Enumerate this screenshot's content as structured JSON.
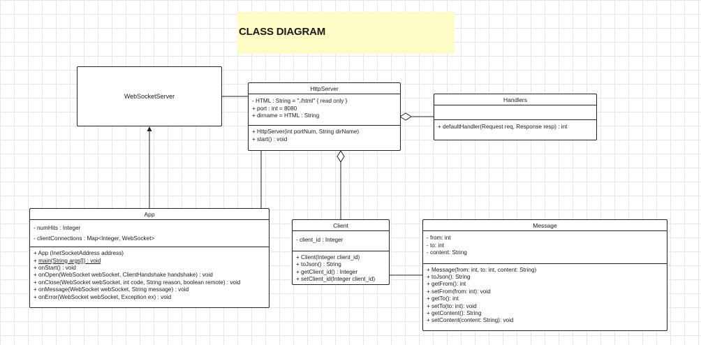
{
  "title": "CLASS DIAGRAM",
  "websocket_server": {
    "name": "WebSocketServer"
  },
  "http_server": {
    "name": "HttpServer",
    "attributes": [
      "- HTML : String = \"./html\" { read only }",
      "+ port : int = 8080",
      "+ dirname = HTML : String"
    ],
    "operations": [
      "+ HttpServer(int portNum, String dirName)",
      "+ start() : void"
    ]
  },
  "handlers": {
    "name": "Handlers",
    "operations": [
      "+ defaultHandler(Request req, Response resp) : int"
    ]
  },
  "app": {
    "name": "App",
    "attributes": [
      "- numHits : Integer",
      "- clientConnections : Map<Integer, WebSocket>"
    ],
    "operations": [
      "+ App (InetSocketAddress address)",
      "+ main(String args[]) : void",
      "+ onStart() : void",
      "+ onOpen(WebSocket webSocket, ClientHandshake handshake) : void",
      "+ onClose(WebSocket webSocket, int code, String reason, boolean remote) : void",
      "+ onMessage(WebSocket webSocket, String message) : void",
      "+ onError(WebSocket webSocket, Exception ex) : void"
    ]
  },
  "client": {
    "name": "Client",
    "attributes": [
      "- client_id : Integer"
    ],
    "operations": [
      "+ Client(Integer client_id)",
      "+ toJson() : String",
      "+ getClient_id() : Integer",
      "+ setClient_id(Integer client_id)"
    ]
  },
  "message": {
    "name": "Message",
    "attributes": [
      "- from: int",
      "- to: int",
      "- content: String"
    ],
    "operations": [
      "+ Message(from: int, to: int, content: String)",
      "+ toJson(): String",
      "+ getFrom(): int",
      "+ setFrom(from: int): void",
      "+ getTo(): int",
      "+ setTo(to: int): void",
      "+ getContent(): String",
      "+ setContent(content: String): void"
    ]
  },
  "colors": {
    "title_bg": "#fcfcc4",
    "line": "#222222",
    "grid": "#e6e6e6"
  }
}
